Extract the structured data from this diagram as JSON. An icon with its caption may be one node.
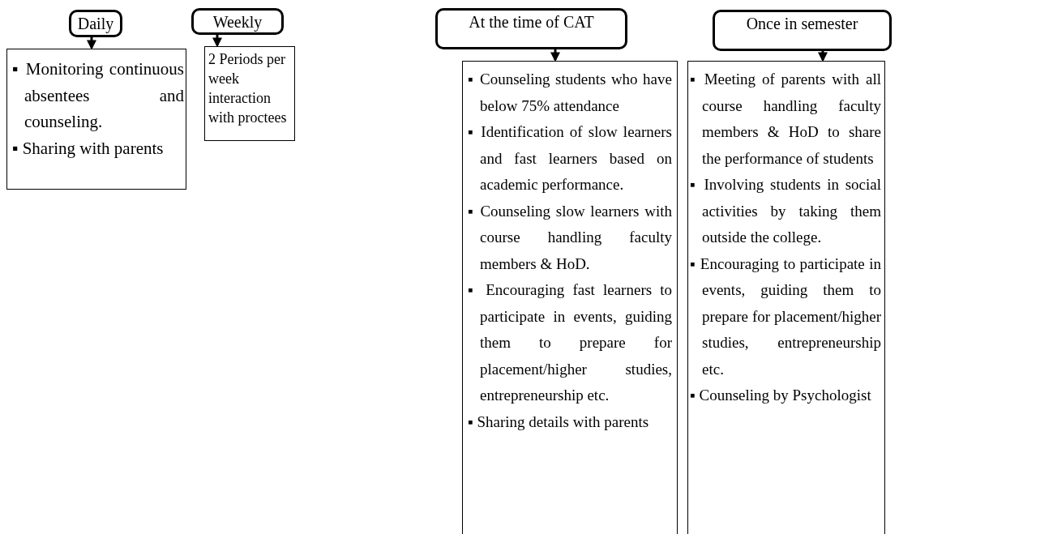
{
  "diagram": {
    "nodes": [
      {
        "text": [
          "Daily"
        ]
      },
      {
        "text": [
          "▪ Monitoring continuous absentees and counseling.",
          "▪ Sharing with parents"
        ]
      },
      {
        "text": [
          "Weekly"
        ]
      },
      {
        "text": [
          "2 Periods per week interaction with proctees"
        ]
      },
      {
        "text": [
          "At the time of CAT"
        ]
      },
      {
        "text": [
          "▪ Counseling students who have below 75% attendance",
          "▪ Identification of slow learners and fast learners based on academic performance.",
          "▪ Counseling slow learners with course handling faculty members & HoD.",
          "▪ Encouraging fast learners to participate in events, guiding them to prepare for placement/higher studies, entrepreneurship etc.",
          "▪ Sharing details with parents"
        ]
      },
      {
        "text": [
          "Once in semester"
        ]
      },
      {
        "text": [
          "▪ Meeting of parents with all course handling faculty members & HoD to share the performance of students",
          "▪ Involving students in social activities by taking them outside the college.",
          "▪ Encouraging to participate in events, guiding them to prepare for placement/higher studies, entrepreneurship etc.",
          "▪ Counseling by Psychologist"
        ]
      }
    ],
    "edges": [
      {
        "from": 0,
        "to": 1,
        "arrow": "to"
      },
      {
        "from": 2,
        "to": 3,
        "arrow": "to"
      },
      {
        "from": 4,
        "to": 5,
        "arrow": "to"
      },
      {
        "from": 6,
        "to": 7,
        "arrow": "to"
      }
    ]
  }
}
